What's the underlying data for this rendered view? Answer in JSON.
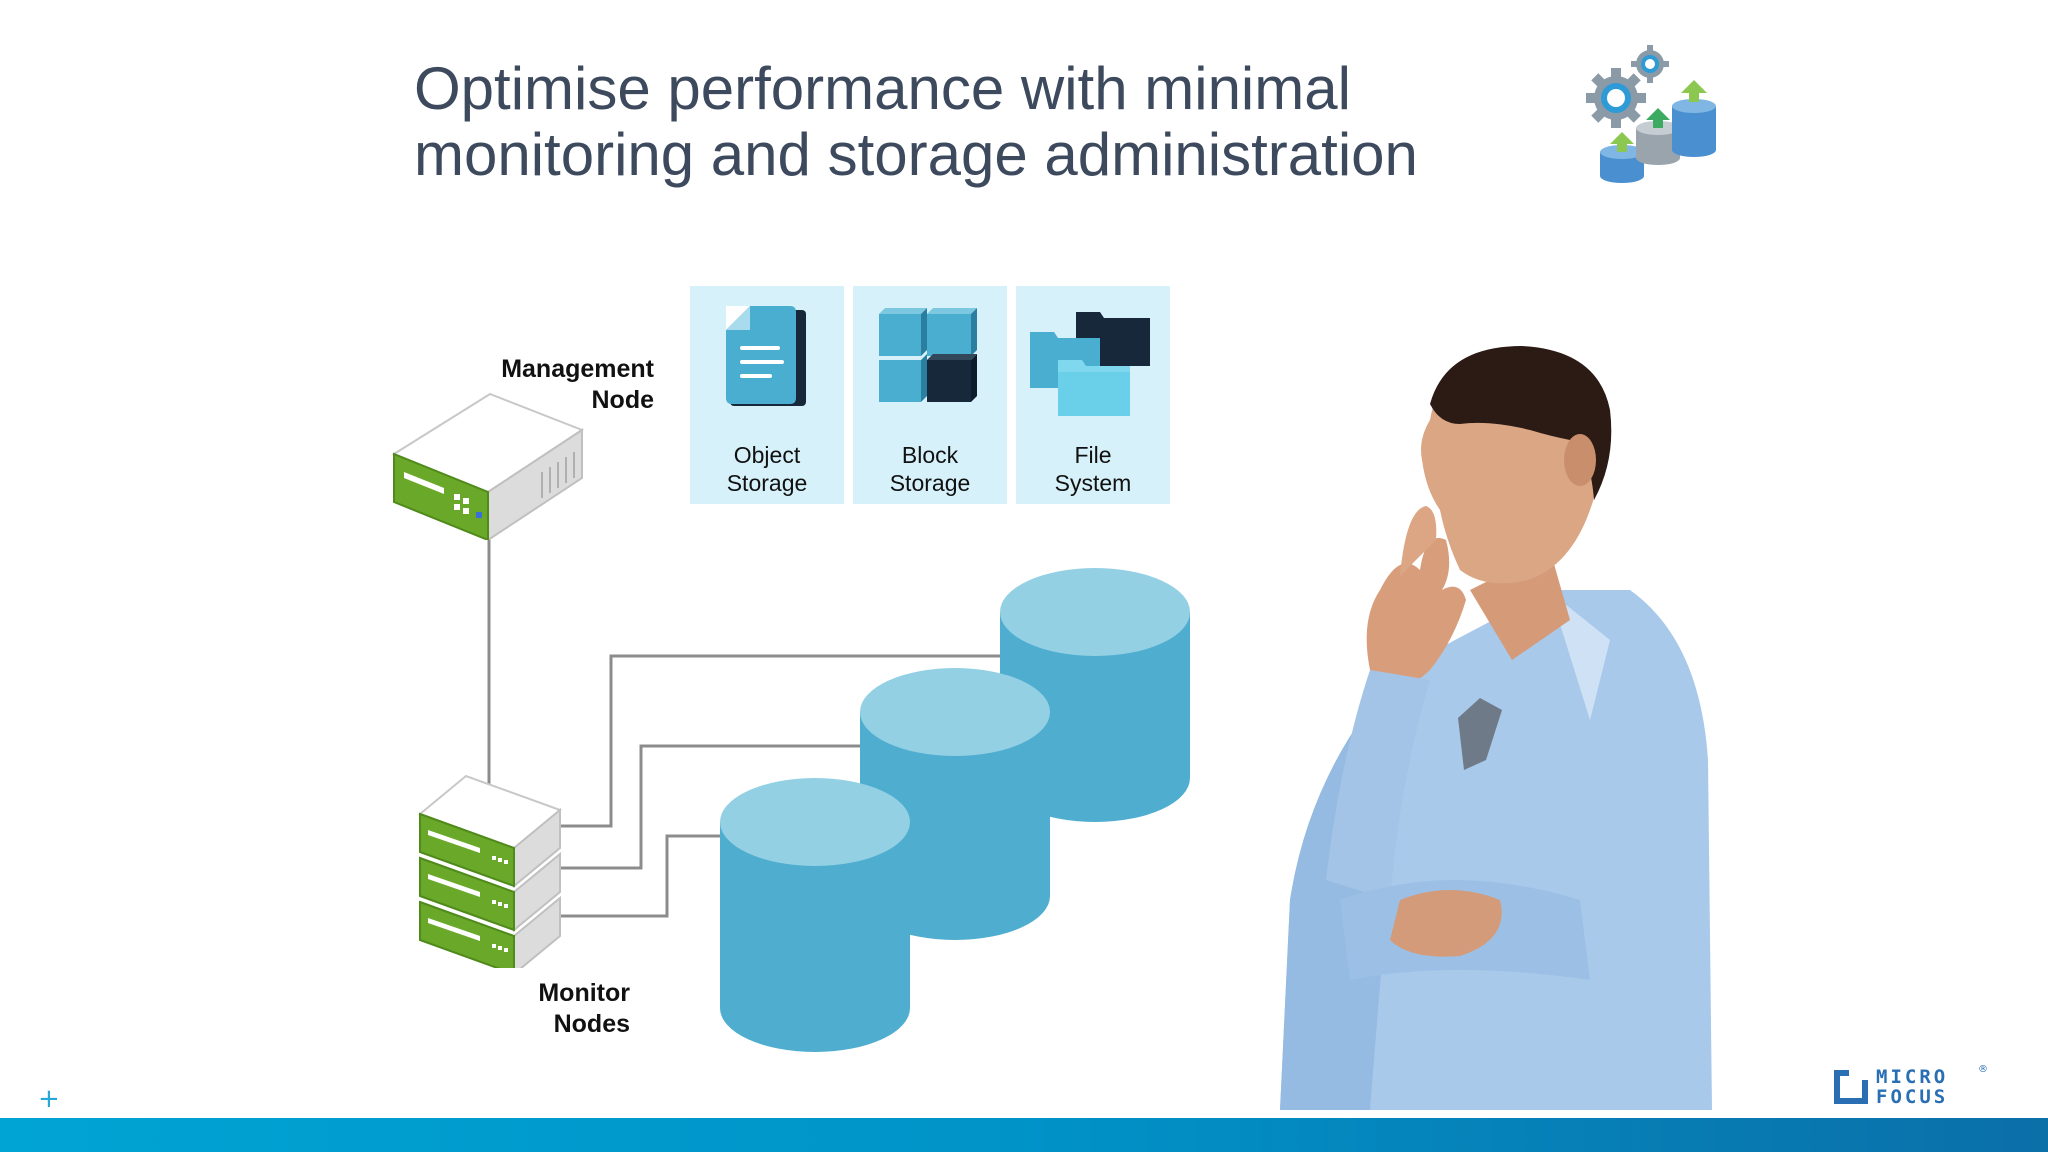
{
  "slide": {
    "title_line1": "Optimise performance with minimal",
    "title_line2": "monitoring and storage administration"
  },
  "management_node": {
    "label_line1": "Management",
    "label_line2": "Node"
  },
  "monitor_nodes": {
    "label_line1": "Monitor",
    "label_line2": "Nodes"
  },
  "storage_types": [
    {
      "line1": "Object",
      "line2": "Storage",
      "icon": "document-icon"
    },
    {
      "line1": "Block",
      "line2": "Storage",
      "icon": "blocks-icon"
    },
    {
      "line1": "File",
      "line2": "System",
      "icon": "folders-icon"
    }
  ],
  "logo": {
    "line1": "MICRO",
    "line2": "FOCUS",
    "mark": "®"
  },
  "colors": {
    "title": "#3d4a5e",
    "cylinder_side": "#4fadd0",
    "cylinder_top": "#93d0e4",
    "tile_bg": "#d6f1fa",
    "server_green": "#6aa82a",
    "bar": "#0093c8"
  }
}
